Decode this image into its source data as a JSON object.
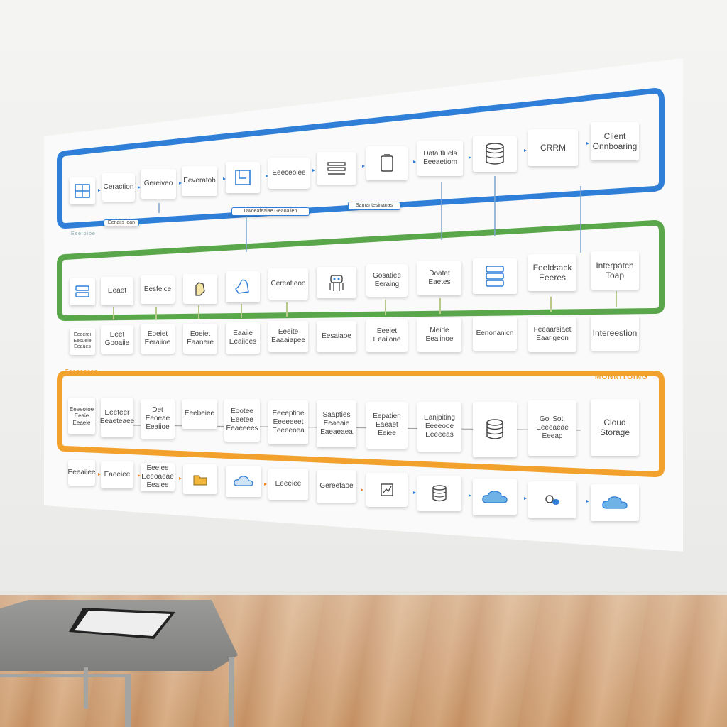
{
  "colors": {
    "lane_blue": "#2f7fd8",
    "lane_green": "#5aa64a",
    "lane_orange": "#f2a12c",
    "arrow_blue": "#2f7fd8",
    "arrow_green": "#5aa64a",
    "arrow_orange": "#e8862a"
  },
  "blue_lane": {
    "nodes": [
      {
        "label": "",
        "icon": "grid-icon"
      },
      {
        "label": "Ceraction"
      },
      {
        "label": "Gereiveo"
      },
      {
        "label": "Eeveratoh"
      },
      {
        "label": "",
        "icon": "frame-icon"
      },
      {
        "label": "Eeeceoiee"
      },
      {
        "label": "",
        "icon": "list-icon"
      },
      {
        "label": "",
        "icon": "document-icon"
      },
      {
        "label": "Data fluels Eeeaetiom"
      },
      {
        "label": "",
        "icon": "database-icon"
      },
      {
        "label": "CRRM"
      },
      {
        "label": "Client Onnboaring"
      }
    ],
    "tags": [
      "Eenaiis ioan",
      "Dwoeafeaiae Geaoaiien",
      "Samantesinanas"
    ]
  },
  "green_lane": {
    "label": "Eseioioe",
    "nodes": [
      {
        "label": "",
        "icon": "database-icon"
      },
      {
        "label": "Eeaet"
      },
      {
        "label": "Eesfeice"
      },
      {
        "label": "",
        "icon": "hand-icon"
      },
      {
        "label": "",
        "icon": "bell-icon"
      },
      {
        "label": "Cereatieoo"
      },
      {
        "label": "",
        "icon": "robot-icon"
      },
      {
        "label": "Gosatiee Eeraing"
      },
      {
        "label": "Doatet Eaetes"
      },
      {
        "label": "",
        "icon": "server-icon"
      },
      {
        "label": "Feeldsack Eeeres"
      },
      {
        "label": "Interpatch Toap"
      }
    ]
  },
  "middle_row": {
    "nodes": [
      {
        "label": "Eeeerei Eesueie Eeaues"
      },
      {
        "label": "Eeet Gooaiie"
      },
      {
        "label": "Eoeiet Eeraiioe"
      },
      {
        "label": "Eoeiet Eaanere"
      },
      {
        "label": "Eaaiie Eeaiioes"
      },
      {
        "label": "Eeeite Eaaaiapee"
      },
      {
        "label": "Eesaiaoe"
      },
      {
        "label": "Eeeiet Eeaiione"
      },
      {
        "label": "Meide Eeaiinoe"
      },
      {
        "label": "Eenonanicn"
      },
      {
        "label": "Feeaarsiaet Eaarigeon"
      },
      {
        "label": "Intereestion"
      }
    ]
  },
  "orange_lane": {
    "label_left": "Eeenanaon",
    "label_right": "MONNITOING",
    "nodes": [
      {
        "label": "Eeeeotoe Eeaie Eeaeie"
      },
      {
        "label": "Eeeteer Eeaeteaee"
      },
      {
        "label": "Det Eeoeae Eeaiioe"
      },
      {
        "label": "Eeebeiee"
      },
      {
        "label": "Eootee Eeetee Eeaeeees"
      },
      {
        "label": "Eeeeptioe Eeeeeeet Eeeeeoea"
      },
      {
        "label": "Saapties Eeaeaie Eaeaeaea"
      },
      {
        "label": "Eepatien Eaeaet Eeiee"
      },
      {
        "label": "Eanjpiting Eeeeooe Eeeeeas"
      },
      {
        "label": "",
        "icon": "database-icon"
      },
      {
        "label": "Gol Sot. Eeeeaeae Eeeap"
      },
      {
        "label": "Cloud Storage"
      }
    ]
  },
  "bottom_row": {
    "nodes": [
      {
        "label": "Eeeailee"
      },
      {
        "label": "Eaeeiee"
      },
      {
        "label": "Eeeiee Eeeoaeae Eeaiee"
      },
      {
        "label": "",
        "icon": "folder-icon"
      },
      {
        "label": "",
        "icon": "cloud-icon"
      },
      {
        "label": "Eeeeiee"
      },
      {
        "label": "Gereefaoe"
      },
      {
        "label": "",
        "icon": "chart-icon"
      },
      {
        "label": "",
        "icon": "database-icon"
      },
      {
        "label": "",
        "icon": "cloud-icon"
      },
      {
        "label": "",
        "icon": "pill-icon"
      },
      {
        "label": "",
        "icon": "cloud-icon"
      }
    ]
  }
}
